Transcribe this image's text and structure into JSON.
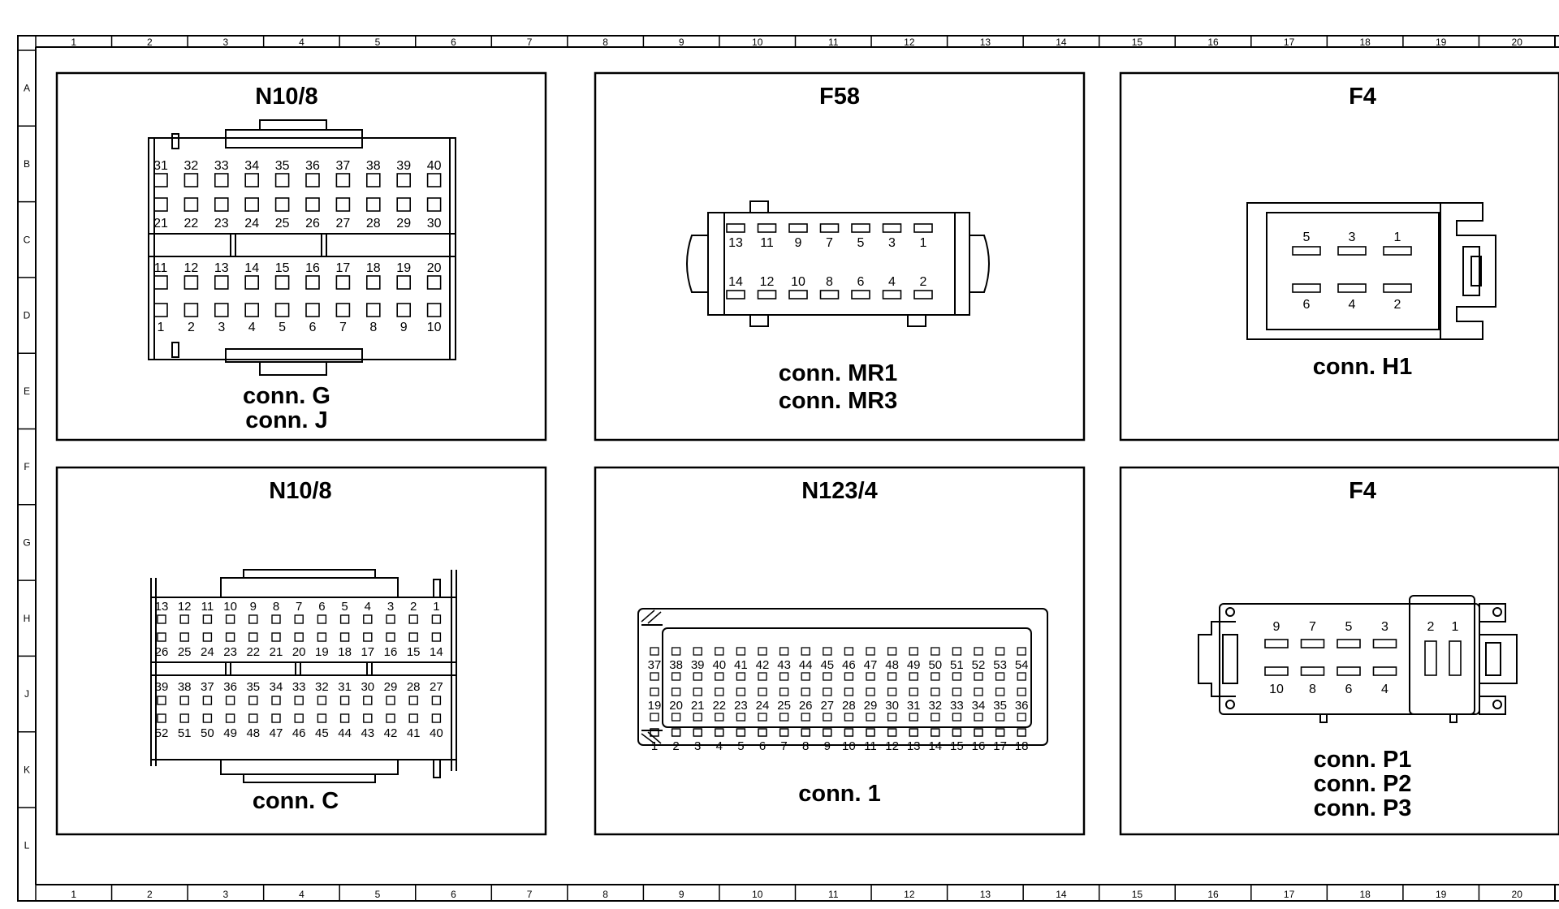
{
  "grid": {
    "columns": [
      "1",
      "2",
      "3",
      "4",
      "5",
      "6",
      "7",
      "8",
      "9",
      "10",
      "11",
      "12",
      "13",
      "14",
      "15",
      "16",
      "17",
      "18",
      "19",
      "20"
    ],
    "rows": [
      "A",
      "B",
      "C",
      "D",
      "E",
      "F",
      "G",
      "H",
      "J",
      "K",
      "L"
    ]
  },
  "panels": {
    "p1": {
      "title": "N10/8",
      "labels": [
        "conn. G",
        "conn. J"
      ],
      "pin_rows": [
        [
          "31",
          "32",
          "33",
          "34",
          "35",
          "36",
          "37",
          "38",
          "39",
          "40"
        ],
        [
          "21",
          "22",
          "23",
          "24",
          "25",
          "26",
          "27",
          "28",
          "29",
          "30"
        ],
        [
          "11",
          "12",
          "13",
          "14",
          "15",
          "16",
          "17",
          "18",
          "19",
          "20"
        ],
        [
          "1",
          "2",
          "3",
          "4",
          "5",
          "6",
          "7",
          "8",
          "9",
          "10"
        ]
      ]
    },
    "p2": {
      "title": "F58",
      "labels": [
        "conn. MR1",
        "conn. MR3"
      ],
      "pin_rows": [
        [
          "13",
          "11",
          "9",
          "7",
          "5",
          "3",
          "1"
        ],
        [
          "14",
          "12",
          "10",
          "8",
          "6",
          "4",
          "2"
        ]
      ]
    },
    "p3": {
      "title": "F4",
      "labels": [
        "conn. H1"
      ],
      "pin_rows": [
        [
          "5",
          "3",
          "1"
        ],
        [
          "6",
          "4",
          "2"
        ]
      ]
    },
    "p4": {
      "title": "N10/8",
      "labels": [
        "conn. C"
      ],
      "pin_rows": [
        [
          "13",
          "12",
          "11",
          "10",
          "9",
          "8",
          "7",
          "6",
          "5",
          "4",
          "3",
          "2",
          "1"
        ],
        [
          "26",
          "25",
          "24",
          "23",
          "22",
          "21",
          "20",
          "19",
          "18",
          "17",
          "16",
          "15",
          "14"
        ],
        [
          "39",
          "38",
          "37",
          "36",
          "35",
          "34",
          "33",
          "32",
          "31",
          "30",
          "29",
          "28",
          "27"
        ],
        [
          "52",
          "51",
          "50",
          "49",
          "48",
          "47",
          "46",
          "45",
          "44",
          "43",
          "42",
          "41",
          "40"
        ]
      ]
    },
    "p5": {
      "title": "N123/4",
      "labels": [
        "conn. 1"
      ],
      "pin_rows": [
        [
          "37",
          "38",
          "39",
          "40",
          "41",
          "42",
          "43",
          "44",
          "45",
          "46",
          "47",
          "48",
          "49",
          "50",
          "51",
          "52",
          "53",
          "54"
        ],
        [
          "19",
          "20",
          "21",
          "22",
          "23",
          "24",
          "25",
          "26",
          "27",
          "28",
          "29",
          "30",
          "31",
          "32",
          "33",
          "34",
          "35",
          "36"
        ],
        [
          "1",
          "2",
          "3",
          "4",
          "5",
          "6",
          "7",
          "8",
          "9",
          "10",
          "11",
          "12",
          "13",
          "14",
          "15",
          "16",
          "17",
          "18"
        ]
      ]
    },
    "p6": {
      "title": "F4",
      "labels": [
        "conn. P1",
        "conn. P2",
        "conn. P3"
      ],
      "pin_rows": [
        [
          "9",
          "7",
          "5",
          "3"
        ],
        [
          "10",
          "8",
          "6",
          "4"
        ],
        [
          "2",
          "1"
        ]
      ]
    }
  }
}
